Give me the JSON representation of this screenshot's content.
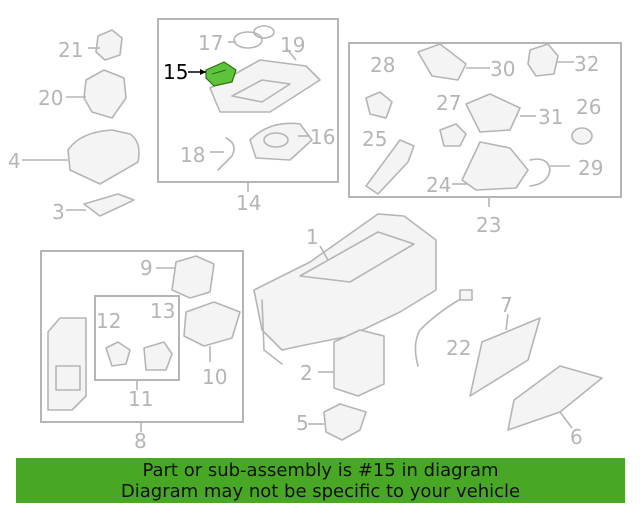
{
  "diagram": {
    "highlight_part": "15",
    "highlight_color": "#5cc33a",
    "callouts": [
      "1",
      "2",
      "3",
      "4",
      "5",
      "6",
      "7",
      "8",
      "9",
      "10",
      "11",
      "12",
      "13",
      "14",
      "15",
      "16",
      "17",
      "18",
      "19",
      "20",
      "21",
      "22",
      "23",
      "24",
      "25",
      "26",
      "27",
      "28",
      "29",
      "30",
      "31",
      "32"
    ]
  },
  "banner": {
    "line1": "Part or sub-assembly is #15 in diagram",
    "line2": "Diagram may not be specific to your vehicle",
    "background": "#48a826"
  }
}
